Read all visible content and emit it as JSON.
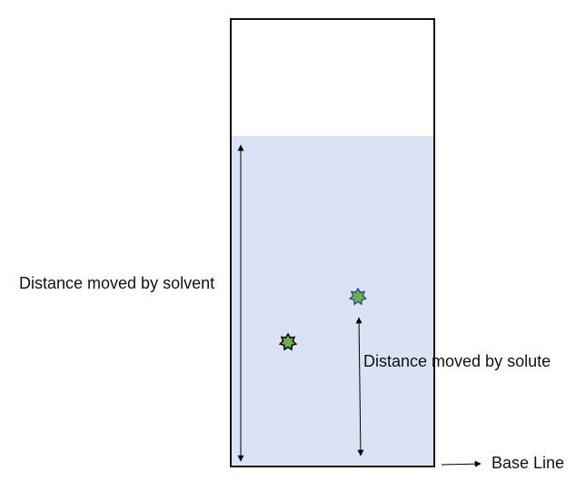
{
  "labels": {
    "solvent": "Distance moved by solvent",
    "solute": "Distance moved by solute",
    "base_line": "Base Line"
  },
  "colors": {
    "solvent": "#dae3f3",
    "chamber_border": "#111111",
    "spot_fill": "#70ad47",
    "spot_outline_dark": "#000000",
    "spot_outline_blue": "#2f5597",
    "arrow": "#000000"
  },
  "icons": {
    "reference_spot": "star-spot-icon",
    "solute_spot": "star-spot-icon"
  }
}
